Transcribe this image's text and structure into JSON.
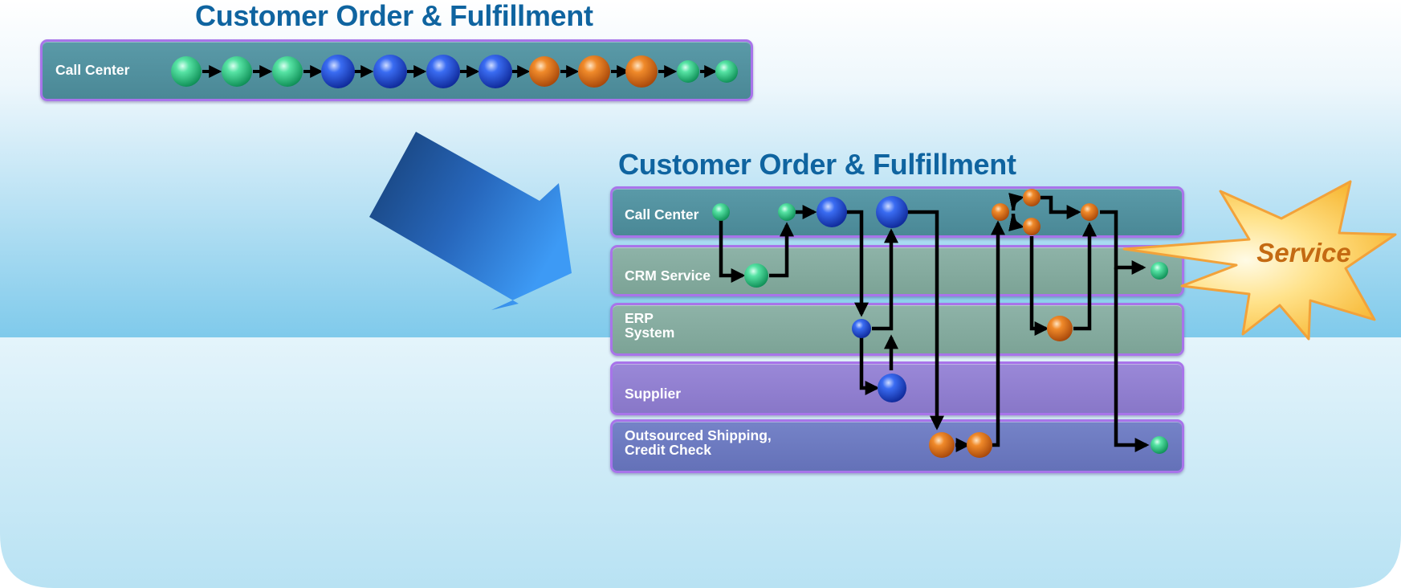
{
  "colors": {
    "title": "#0f64a0",
    "lane_teal": "#4f8f9d",
    "lane_sage": "#84aa9f",
    "lane_purple": "#8f7ed0",
    "lane_indigo": "#6b78bf",
    "lane_border": "#a874ea",
    "ball_green": "#2fd48a",
    "ball_blue": "#1f4fe0",
    "ball_orange": "#e87a1a",
    "arrow_big": "#1c5fb0",
    "star_text": "#c46a12"
  },
  "before": {
    "title": "Customer Order & Fulfillment",
    "lane": {
      "label": "Call Center"
    },
    "sequence": [
      "green",
      "green",
      "green",
      "blue",
      "blue",
      "blue",
      "blue",
      "orange",
      "orange",
      "orange",
      "green",
      "green"
    ]
  },
  "after": {
    "title": "Customer Order & Fulfillment",
    "lanes": [
      {
        "id": "call-center",
        "label_line1": "Call Center",
        "label_line2": ""
      },
      {
        "id": "crm-service",
        "label_line1": "CRM Service",
        "label_line2": ""
      },
      {
        "id": "erp-system",
        "label_line1": "ERP",
        "label_line2": "System"
      },
      {
        "id": "supplier",
        "label_line1": "Supplier",
        "label_line2": ""
      },
      {
        "id": "outsourced",
        "label_line1": "Outsourced Shipping,",
        "label_line2": "Credit Check"
      }
    ]
  },
  "badge": {
    "text": "Service"
  }
}
